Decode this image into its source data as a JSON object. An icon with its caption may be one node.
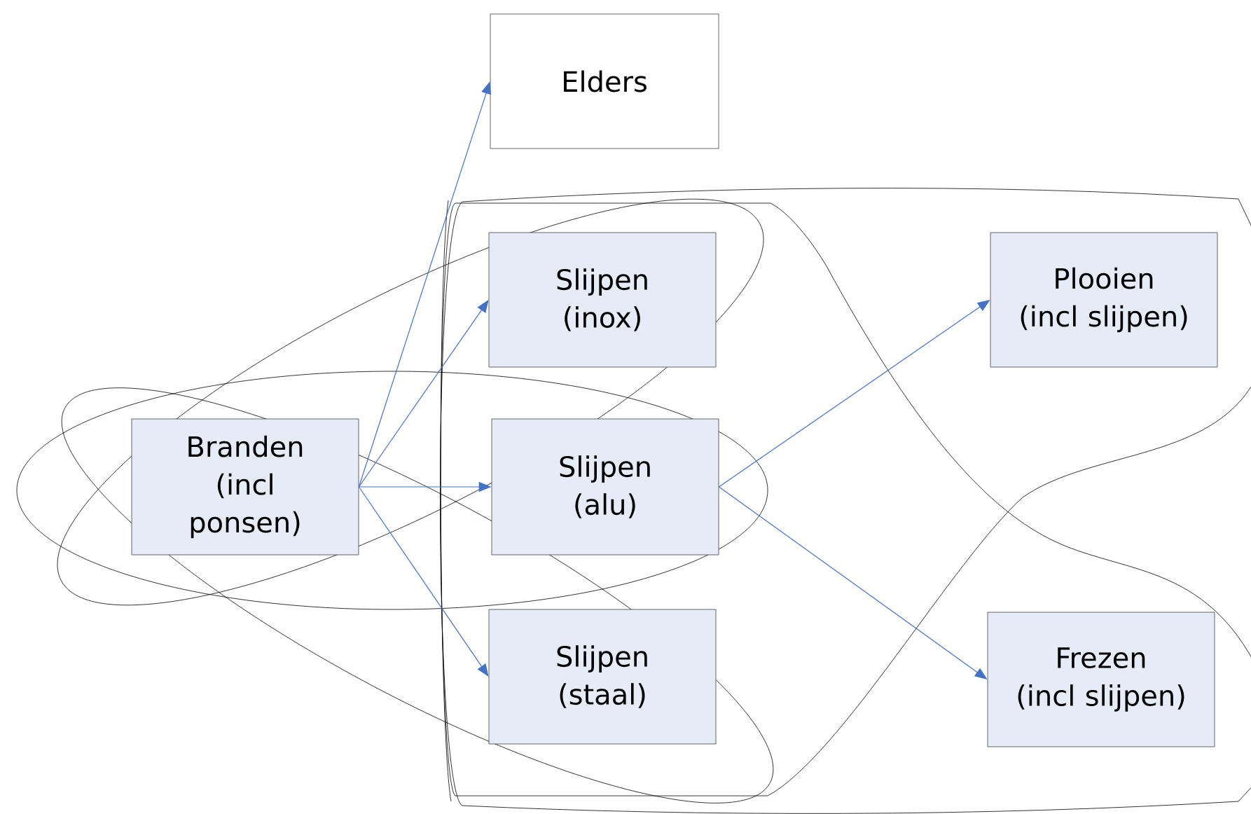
{
  "diagram": {
    "nodes": [
      {
        "text": [
          "Elders"
        ]
      },
      {
        "text": [
          "Slijpen",
          "(inox)"
        ]
      },
      {
        "text": [
          "Plooien",
          "(incl slijpen)"
        ]
      },
      {
        "text": [
          "Branden",
          "(incl ponsen)"
        ]
      },
      {
        "text": [
          "Slijpen",
          "(alu)"
        ]
      },
      {
        "text": [
          "Slijpen",
          "(staal)"
        ]
      },
      {
        "text": [
          "Frezen",
          "(incl slijpen)"
        ]
      }
    ],
    "edges": [
      {
        "from": 3,
        "to": 0,
        "arrow": "to"
      },
      {
        "from": 3,
        "to": 1,
        "arrow": "to"
      },
      {
        "from": 3,
        "to": 4,
        "arrow": "to"
      },
      {
        "from": 3,
        "to": 5,
        "arrow": "to"
      },
      {
        "from": 4,
        "to": 2,
        "arrow": "to"
      },
      {
        "from": 4,
        "to": 6,
        "arrow": "to"
      }
    ]
  }
}
